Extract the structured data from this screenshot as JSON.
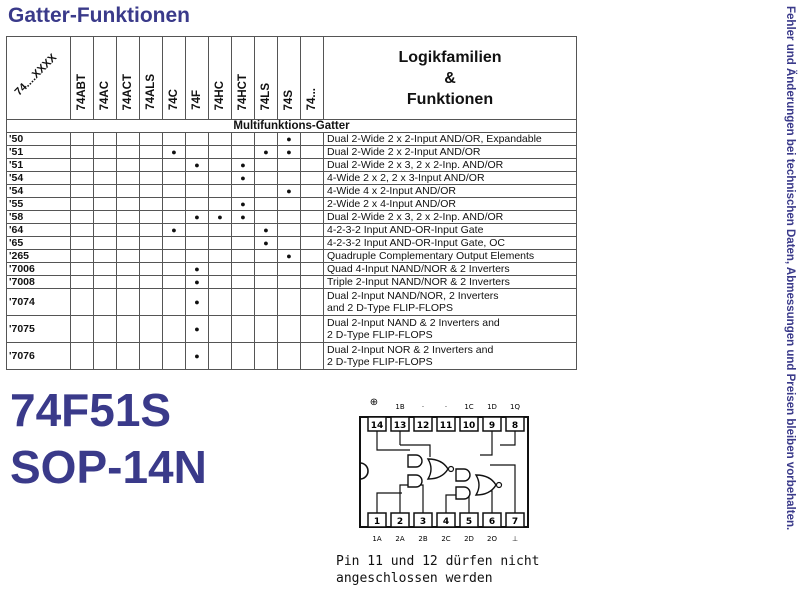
{
  "heading": "Gatter-Funktionen",
  "side_note": "Fehler und Änderungen bei technischen Daten, Abmessungen und Preisen bleiben vorbehalten.",
  "table": {
    "first_header": "74....XXXX",
    "families": [
      "74ABT",
      "74AC",
      "74ACT",
      "74ALS",
      "74C",
      "74F",
      "74HC",
      "74HCT",
      "74LS",
      "74S",
      "74..."
    ],
    "title_lines": [
      "Logikfamilien",
      "&",
      "Funktionen"
    ],
    "section": "Multifunktions-Gatter",
    "dot": "●",
    "rows": [
      {
        "part": "'50",
        "dots": [
          9
        ],
        "desc": "Dual 2-Wide 2 x 2-Input AND/OR, Expandable"
      },
      {
        "part": "'51",
        "dots": [
          4,
          8,
          9
        ],
        "desc": "Dual 2-Wide 2 x 2-Input AND/OR"
      },
      {
        "part": "'51",
        "dots": [
          5,
          7
        ],
        "desc": "Dual 2-Wide 2 x 3, 2 x 2-Inp. AND/OR"
      },
      {
        "part": "'54",
        "dots": [
          7
        ],
        "desc": "4-Wide 2 x 2, 2 x 3-Input AND/OR"
      },
      {
        "part": "'54",
        "dots": [
          9
        ],
        "desc": "4-Wide 4 x 2-Input AND/OR"
      },
      {
        "part": "'55",
        "dots": [
          7
        ],
        "desc": "2-Wide 2 x 4-Input AND/OR"
      },
      {
        "part": "'58",
        "dots": [
          5,
          6,
          7
        ],
        "desc": "Dual 2-Wide 2 x 3, 2 x 2-Inp. AND/OR"
      },
      {
        "part": "'64",
        "dots": [
          4,
          8
        ],
        "desc": "4-2-3-2 Input AND-OR-Input Gate"
      },
      {
        "part": "'65",
        "dots": [
          8
        ],
        "desc": "4-2-3-2 Input AND-OR-Input Gate, OC"
      },
      {
        "part": "'265",
        "dots": [
          9
        ],
        "desc": "Quadruple Complementary Output Elements"
      },
      {
        "part": "'7006",
        "dots": [
          5
        ],
        "desc": "Quad 4-Input NAND/NOR & 2 Inverters"
      },
      {
        "part": "'7008",
        "dots": [
          5
        ],
        "desc": "Triple 2-Input NAND/NOR & 2 Inverters"
      },
      {
        "part": "'7074",
        "dots": [
          5
        ],
        "desc": "Dual 2-Input NAND/NOR, 2 Inverters\nand 2 D-Type FLIP-FLOPS",
        "tall": true
      },
      {
        "part": "'7075",
        "dots": [
          5
        ],
        "desc": "Dual 2-Input NAND & 2 Inverters and\n2 D-Type FLIP-FLOPS",
        "tall": true
      },
      {
        "part": "'7076",
        "dots": [
          5
        ],
        "desc": "Dual 2-Input NOR & 2 Inverters and\n2 D-Type FLIP-FLOPS",
        "tall": true
      }
    ]
  },
  "part_number": "74F51S",
  "package": "SOP-14N",
  "diagram": {
    "top_pins": [
      "14",
      "13",
      "12",
      "11",
      "10",
      "9",
      "8"
    ],
    "bottom_pins": [
      "1",
      "2",
      "3",
      "4",
      "5",
      "6",
      "7"
    ],
    "top_labels": [
      "1B",
      "·",
      "·",
      "1C",
      "1D",
      "1Q"
    ],
    "bottom_labels": [
      "1A",
      "2A",
      "2B",
      "2C",
      "2D",
      "2O",
      "⊥"
    ],
    "supply_symbol": "⊕"
  },
  "pin_note": "Pin 11 und 12 dürfen nicht\nangeschlossen werden"
}
